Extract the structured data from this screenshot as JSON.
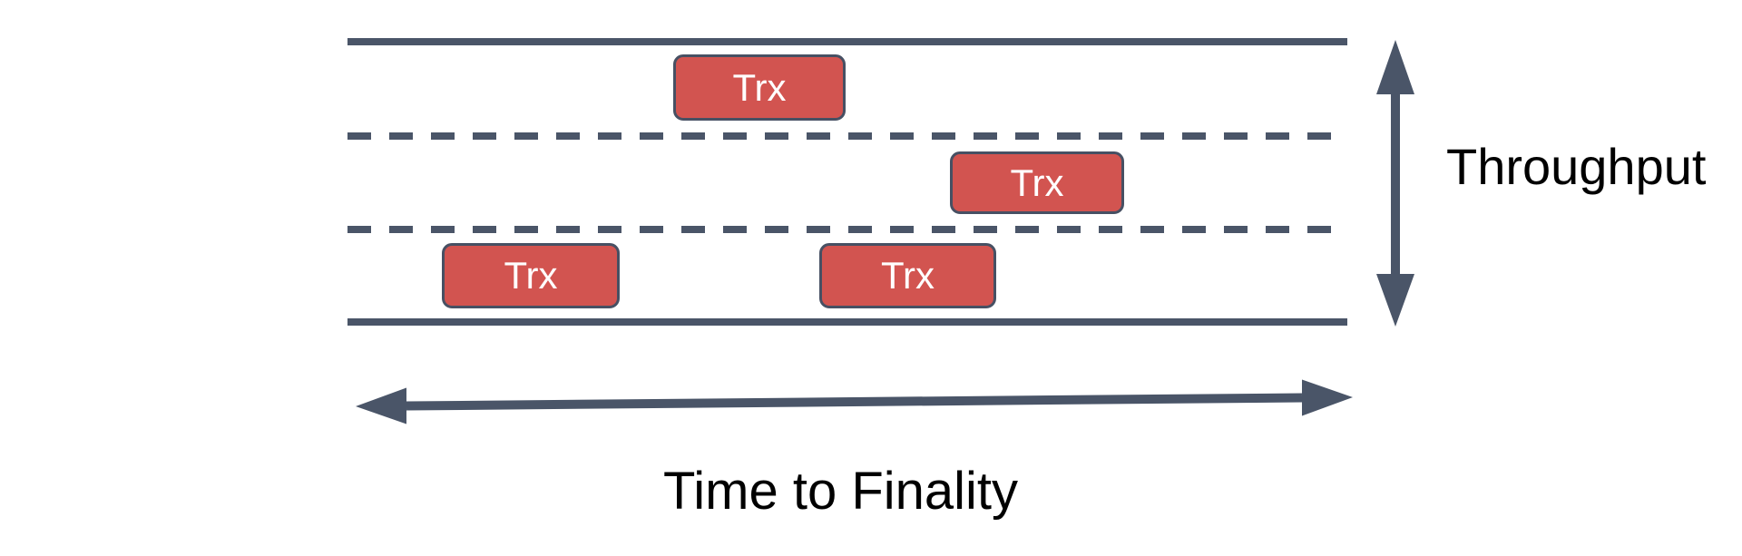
{
  "colors": {
    "slate": "#4A5568",
    "box_fill": "#D25450",
    "box_border": "#475063",
    "label_text": "#000000",
    "box_text": "#FFFFFF",
    "background": "#FFFFFF"
  },
  "diagram": {
    "lanes": {
      "count": 3
    },
    "transactions": [
      {
        "label": "Trx",
        "lane": "top"
      },
      {
        "label": "Trx",
        "lane": "middle"
      },
      {
        "label": "Trx",
        "lane": "bottom"
      },
      {
        "label": "Trx",
        "lane": "bottom"
      }
    ],
    "vertical_axis_label": "Throughput",
    "horizontal_axis_label": "Time to Finality"
  }
}
